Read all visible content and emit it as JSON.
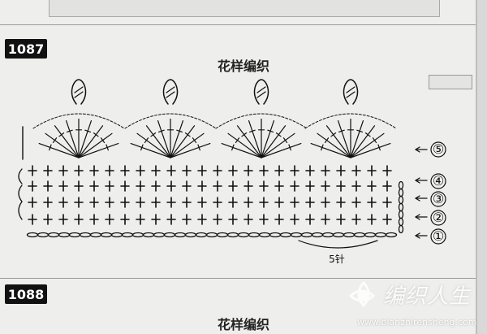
{
  "pattern_a": {
    "number": "1087",
    "title": "花样编织",
    "row_labels": [
      "①",
      "②",
      "③",
      "④",
      "⑤"
    ],
    "stitch_note": "5针"
  },
  "pattern_b": {
    "number": "1088",
    "title": "花样编织"
  },
  "watermark": {
    "text": "编织人生",
    "url": "www.bianzhirensheng.com"
  },
  "colors": {
    "ink": "#111111",
    "paper": "#eeeeec"
  }
}
